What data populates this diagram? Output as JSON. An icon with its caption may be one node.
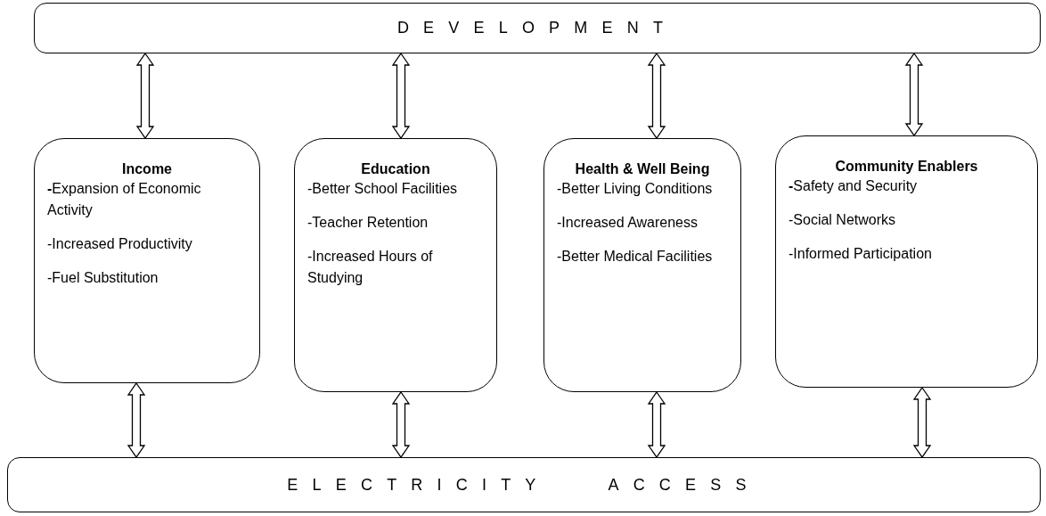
{
  "diagram": {
    "nodes": [
      {
        "text": [
          "DEVELOPMENT"
        ]
      },
      {
        "text": [
          "Income",
          "**-**Expansion of Economic Activity",
          "-Increased Productivity",
          "-Fuel Substitution"
        ]
      },
      {
        "text": [
          "Education",
          "-Better School Facilities",
          "-Teacher Retention",
          "-Increased Hours of Studying"
        ]
      },
      {
        "text": [
          "Health & Well Being",
          "-Better Living Conditions",
          "-Increased Awareness",
          "-Better Medical Facilities"
        ]
      },
      {
        "text": [
          "Community Enablers",
          "**-**Safety and Security",
          "-Social Networks",
          "-Informed Participation"
        ]
      },
      {
        "text": [
          "ELECTRICITY ACCESS"
        ]
      }
    ],
    "edges": [
      {
        "from": 0,
        "to": 1,
        "arrow": "both"
      },
      {
        "from": 0,
        "to": 2,
        "arrow": "both"
      },
      {
        "from": 0,
        "to": 3,
        "arrow": "both"
      },
      {
        "from": 0,
        "to": 4,
        "arrow": "both"
      },
      {
        "from": 1,
        "to": 5,
        "arrow": "both"
      },
      {
        "from": 2,
        "to": 5,
        "arrow": "both"
      },
      {
        "from": 3,
        "to": 5,
        "arrow": "both"
      },
      {
        "from": 4,
        "to": 5,
        "arrow": "both"
      }
    ]
  }
}
